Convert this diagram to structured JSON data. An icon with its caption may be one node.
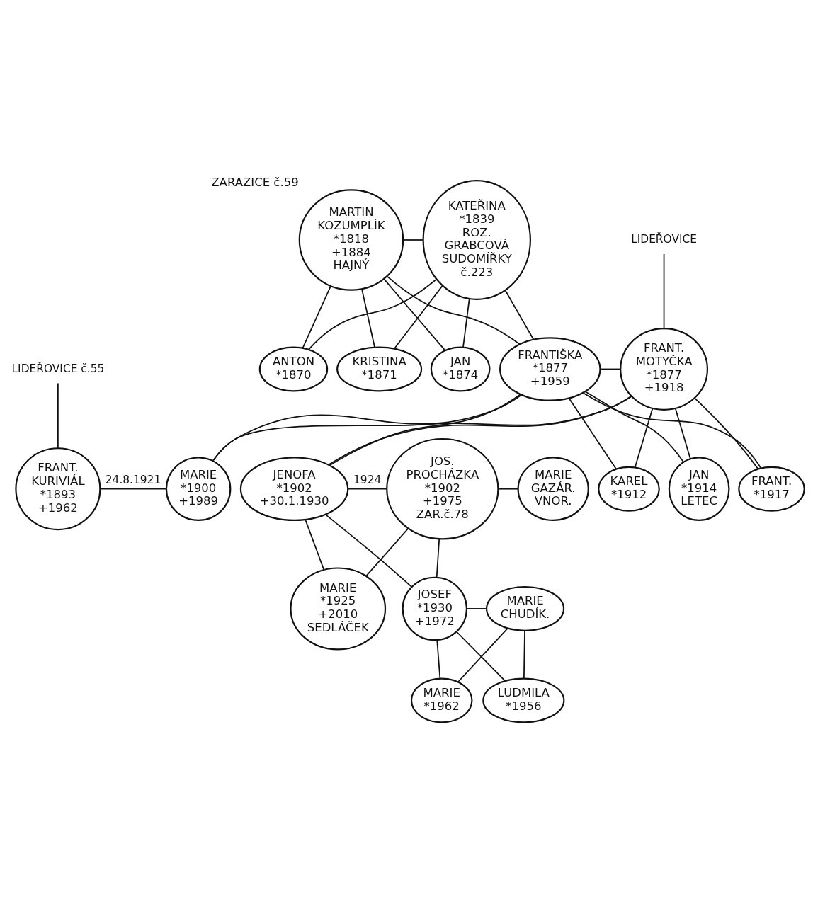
{
  "diagram": {
    "nodes": [
      {
        "text": [
          "MARTIN KOZUMPLÍK",
          "*1818",
          "+1884",
          "HAJNÝ"
        ],
        "beside": [
          "ZARAZICE č.59"
        ]
      },
      {
        "text": [
          "KATEŘINA",
          "*1839",
          "ROZ. GRABCOVÁ SUDOMÍŘKY č.223"
        ]
      },
      {
        "text": [
          "LIDEŘOVICE"
        ]
      },
      {
        "text": [
          "ANTON",
          "*1870"
        ]
      },
      {
        "text": [
          "KRISTINA",
          "*1871"
        ]
      },
      {
        "text": [
          "JAN",
          "*1874"
        ]
      },
      {
        "text": [
          "FRANTIŠKA",
          "*1877",
          "+1959"
        ]
      },
      {
        "text": [
          "FRANT. MOTYČKA",
          "*1877",
          "+1918"
        ]
      },
      {
        "text": [
          "LIDEŘOVICE č.55"
        ]
      },
      {
        "text": [
          "FRANT. KURIVIÁL",
          "*1893",
          "+1962"
        ]
      },
      {
        "text": [
          "MARIE",
          "*1900",
          "+1989"
        ]
      },
      {
        "text": [
          "JENOFA",
          "*1902",
          "+30.1.1930"
        ]
      },
      {
        "text": [
          "JOS. PROCHÁZKA",
          "*1902",
          "+1975",
          "ZAR.č.78"
        ]
      },
      {
        "text": [
          "MARIE GAZÁR.",
          "VNOR."
        ]
      },
      {
        "text": [
          "KAREL",
          "*1912"
        ]
      },
      {
        "text": [
          "JAN",
          "*1914",
          "LETEC"
        ]
      },
      {
        "text": [
          "FRANT.",
          "*1917"
        ]
      },
      {
        "text": [
          "MARIE",
          "*1925",
          "+2010",
          "SEDLÁČEK"
        ]
      },
      {
        "text": [
          "JOSEF",
          "*1930",
          "+1972"
        ]
      },
      {
        "text": [
          "MARIE CHUDÍK."
        ]
      },
      {
        "text": [
          "MARIE",
          "*1962"
        ]
      },
      {
        "text": [
          "LUDMILA",
          "*1956"
        ]
      }
    ],
    "edges": [
      {
        "from": 0,
        "to": 1,
        "arrow": "none"
      },
      {
        "from": 2,
        "to": 7,
        "arrow": "none"
      },
      {
        "from": 0,
        "to": 3,
        "arrow": "none"
      },
      {
        "from": 0,
        "to": 4,
        "arrow": "none"
      },
      {
        "from": 0,
        "to": 5,
        "arrow": "none"
      },
      {
        "from": 0,
        "to": 6,
        "arrow": "none"
      },
      {
        "from": 1,
        "to": 3,
        "arrow": "none"
      },
      {
        "from": 1,
        "to": 4,
        "arrow": "none"
      },
      {
        "from": 1,
        "to": 5,
        "arrow": "none"
      },
      {
        "from": 1,
        "to": 6,
        "arrow": "none"
      },
      {
        "from": 6,
        "to": 7,
        "arrow": "none"
      },
      {
        "from": 8,
        "to": 9,
        "arrow": "none"
      },
      {
        "from": 9,
        "to": 10,
        "arrow": "none",
        "label": "24.8.1921"
      },
      {
        "from": 11,
        "to": 12,
        "arrow": "none",
        "label": "1924"
      },
      {
        "from": 12,
        "to": 13,
        "arrow": "none"
      },
      {
        "from": 6,
        "to": 10,
        "arrow": "none"
      },
      {
        "from": 6,
        "to": 11,
        "arrow": "none"
      },
      {
        "from": 6,
        "to": 14,
        "arrow": "none"
      },
      {
        "from": 6,
        "to": 15,
        "arrow": "none"
      },
      {
        "from": 6,
        "to": 16,
        "arrow": "none"
      },
      {
        "from": 7,
        "to": 10,
        "arrow": "none"
      },
      {
        "from": 7,
        "to": 11,
        "arrow": "none"
      },
      {
        "from": 7,
        "to": 14,
        "arrow": "none"
      },
      {
        "from": 7,
        "to": 15,
        "arrow": "none"
      },
      {
        "from": 7,
        "to": 16,
        "arrow": "none"
      },
      {
        "from": 11,
        "to": 17,
        "arrow": "none"
      },
      {
        "from": 11,
        "to": 18,
        "arrow": "none"
      },
      {
        "from": 12,
        "to": 17,
        "arrow": "none"
      },
      {
        "from": 12,
        "to": 18,
        "arrow": "none"
      },
      {
        "from": 18,
        "to": 19,
        "arrow": "none"
      },
      {
        "from": 18,
        "to": 20,
        "arrow": "none"
      },
      {
        "from": 18,
        "to": 21,
        "arrow": "none"
      },
      {
        "from": 19,
        "to": 20,
        "arrow": "none"
      },
      {
        "from": 19,
        "to": 21,
        "arrow": "none"
      }
    ]
  }
}
